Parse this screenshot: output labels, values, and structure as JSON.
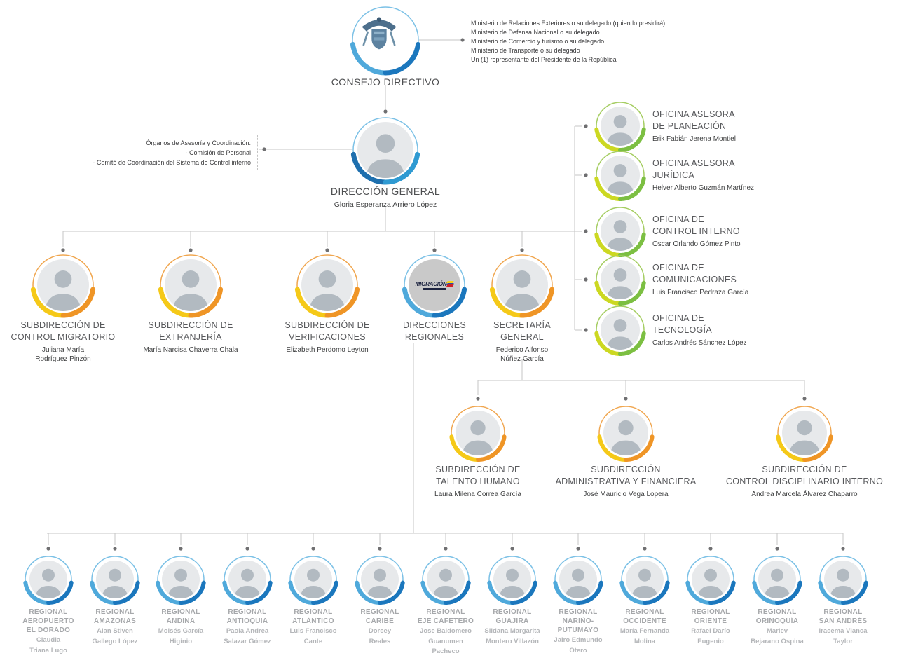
{
  "consejo": {
    "title": "CONSEJO DIRECTIVO",
    "members": [
      "Ministerio de Relaciones Exteriores o su delegado (quien lo presidirá)",
      "Ministerio de Defensa Nacional o su delegado",
      "Ministerio de Comercio y turismo o su delegado",
      "Ministerio de Transporte o su delegado",
      "Un (1) representante del Presidente de la República"
    ]
  },
  "advisory": {
    "lines": [
      "Órganos de Asesoría y Coordinación:",
      "- Comisión de Personal",
      "- Comité de Coordinación del Sistema de Control interno"
    ]
  },
  "direccion_general": {
    "title": "DIRECCIÓN GENERAL",
    "name": "Gloria Esperanza Arriero López"
  },
  "regional_logo": {
    "text": "MIGRACIÓN"
  },
  "offices": [
    {
      "title_lines": [
        "OFICINA ASESORA",
        "DE PLANEACIÓN"
      ],
      "name": "Erik Fabián Jerena Montiel"
    },
    {
      "title_lines": [
        "OFICINA ASESORA",
        "JURÍDICA"
      ],
      "name": "Helver Alberto Guzmán Martínez"
    },
    {
      "title_lines": [
        "OFICINA DE",
        "CONTROL INTERNO"
      ],
      "name": "Oscar Orlando Gómez Pinto"
    },
    {
      "title_lines": [
        "OFICINA DE",
        "COMUNICACIONES"
      ],
      "name": "Luis Francisco Pedraza García"
    },
    {
      "title_lines": [
        "OFICINA DE",
        "TECNOLOGÍA"
      ],
      "name": "Carlos Andrés Sánchez López"
    }
  ],
  "level2": [
    {
      "title_lines": [
        "SUBDIRECCIÓN DE",
        "CONTROL MIGRATORIO"
      ],
      "name_lines": [
        "Juliana María",
        "Rodríguez Pinzón"
      ]
    },
    {
      "title_lines": [
        "SUBDIRECCIÓN DE",
        "EXTRANJERÍA"
      ],
      "name_lines": [
        "María Narcisa Chaverra Chala"
      ]
    },
    {
      "title_lines": [
        "SUBDIRECCIÓN DE",
        "VERIFICACIONES"
      ],
      "name_lines": [
        "Elizabeth Perdomo Leyton"
      ]
    },
    {
      "title_lines": [
        "DIRECCIONES",
        "REGIONALES"
      ],
      "name_lines": []
    },
    {
      "title_lines": [
        "SECRETARÍA",
        "GENERAL"
      ],
      "name_lines": [
        "Federico Alfonso",
        "Núñez García"
      ]
    }
  ],
  "level3": [
    {
      "title_lines": [
        "SUBDIRECCIÓN DE",
        "TALENTO HUMANO"
      ],
      "name": "Laura Milena Correa García"
    },
    {
      "title_lines": [
        "SUBDIRECCIÓN",
        "ADMINISTRATIVA Y FINANCIERA"
      ],
      "name": "José Mauricio Vega Lopera"
    },
    {
      "title_lines": [
        "SUBDIRECCIÓN DE",
        "CONTROL DISCIPLINARIO INTERNO"
      ],
      "name": "Andrea Marcela Álvarez Chaparro"
    }
  ],
  "regionales": [
    {
      "title_lines": [
        "REGIONAL",
        "AEROPUERTO",
        "EL DORADO"
      ],
      "name_lines": [
        "Claudia",
        "Triana Lugo"
      ]
    },
    {
      "title_lines": [
        "REGIONAL",
        "AMAZONAS"
      ],
      "name_lines": [
        "Alan Stiven",
        "Gallego López"
      ]
    },
    {
      "title_lines": [
        "REGIONAL",
        "ANDINA"
      ],
      "name_lines": [
        "Moisés García",
        "Higinio"
      ]
    },
    {
      "title_lines": [
        "REGIONAL",
        "ANTIOQUIA"
      ],
      "name_lines": [
        "Paola Andrea",
        "Salazar Gómez"
      ]
    },
    {
      "title_lines": [
        "REGIONAL",
        "ATLÁNTICO"
      ],
      "name_lines": [
        "Luis Francisco",
        "Cante"
      ]
    },
    {
      "title_lines": [
        "REGIONAL",
        "CARIBE"
      ],
      "name_lines": [
        "Dorcey",
        "Reales"
      ]
    },
    {
      "title_lines": [
        "REGIONAL",
        "EJE CAFETERO"
      ],
      "name_lines": [
        "Jose Baldomero",
        "Guanumen",
        "Pacheco"
      ]
    },
    {
      "title_lines": [
        "REGIONAL",
        "GUAJIRA"
      ],
      "name_lines": [
        "Sildana Margarita",
        "Montero Villazón"
      ]
    },
    {
      "title_lines": [
        "REGIONAL",
        "NARIÑO-",
        "PUTUMAYO"
      ],
      "name_lines": [
        "Jairo Edmundo",
        "Otero"
      ]
    },
    {
      "title_lines": [
        "REGIONAL",
        "OCCIDENTE"
      ],
      "name_lines": [
        "María Fernanda",
        "Molina"
      ]
    },
    {
      "title_lines": [
        "REGIONAL",
        "ORIENTE"
      ],
      "name_lines": [
        "Rafael Darío",
        "Eugenio"
      ]
    },
    {
      "title_lines": [
        "REGIONAL",
        "ORINOQUÍA"
      ],
      "name_lines": [
        "Mariev",
        "Bejarano Ospina"
      ]
    },
    {
      "title_lines": [
        "REGIONAL",
        "SAN ANDRÉS"
      ],
      "name_lines": [
        "Iracema Vianca",
        "Taylor"
      ]
    }
  ],
  "colors": {
    "blue_dark": "#1b77bd",
    "blue_light": "#4fa9db",
    "blue_outline": "#7cc1e6",
    "dg_left": "#1e6fae",
    "dg_right": "#2f9ad2",
    "green": "#7cbf42",
    "green_yellow": "#ccd822",
    "green_outline": "#a5cd62",
    "orange": "#ef9526",
    "yellow": "#f5c918",
    "orange_outline": "#f0a64f",
    "line": "#c6c6c6",
    "dot": "#6f6f71"
  }
}
